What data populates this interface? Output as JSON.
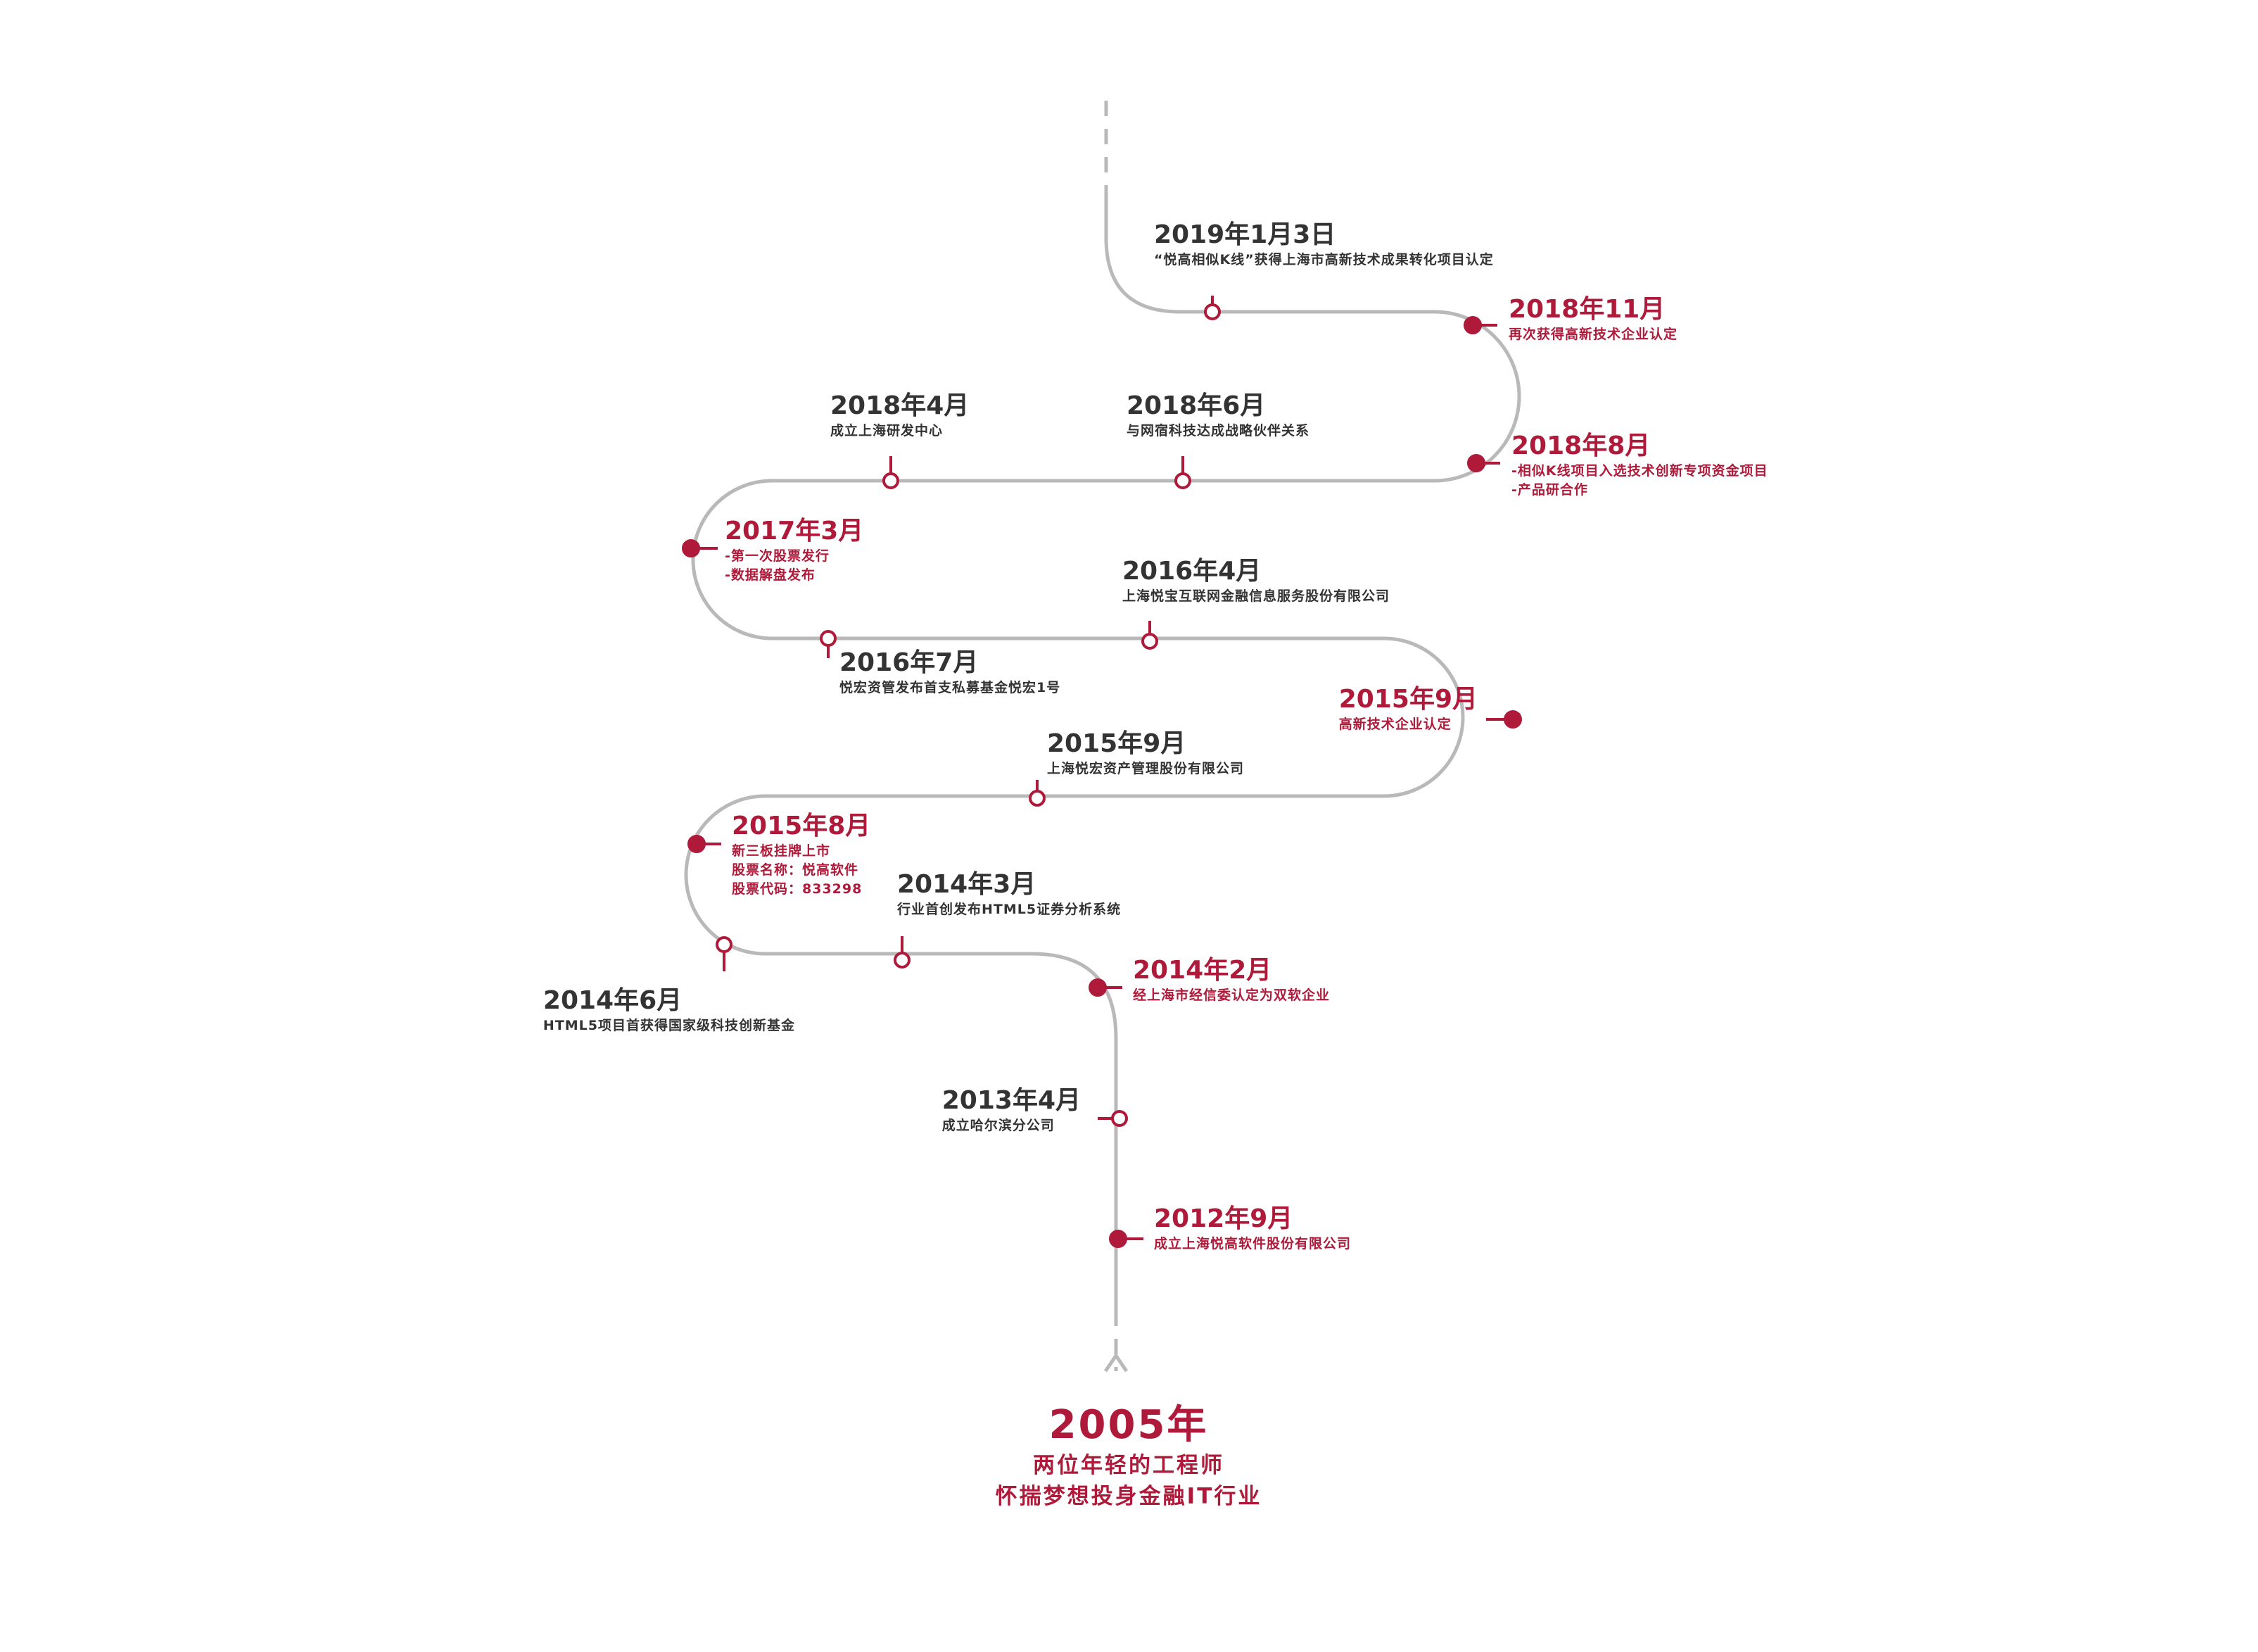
{
  "colors": {
    "accent": "#b01a3a",
    "text": "#333333",
    "path": "#b9b9b9"
  },
  "origin": {
    "year": "2005年",
    "line1": "两位年轻的工程师",
    "line2": "怀揣梦想投身金融IT行业"
  },
  "events": [
    {
      "date": "2019年1月3日",
      "lines": [
        "“悦高相似K线”获得上海市高新技术成果转化项目认定"
      ],
      "style": "hollow"
    },
    {
      "date": "2018年11月",
      "lines": [
        "再次获得高新技术企业认定"
      ],
      "style": "filled"
    },
    {
      "date": "2018年8月",
      "lines": [
        "-相似K线项目入选技术创新专项资金项目",
        "-产品研合作"
      ],
      "style": "filled"
    },
    {
      "date": "2018年6月",
      "lines": [
        "与网宿科技达成战略伙伴关系"
      ],
      "style": "hollow"
    },
    {
      "date": "2018年4月",
      "lines": [
        "成立上海研发中心"
      ],
      "style": "hollow"
    },
    {
      "date": "2017年3月",
      "lines": [
        "-第一次股票发行",
        "-数据解盘发布"
      ],
      "style": "filled"
    },
    {
      "date": "2016年7月",
      "lines": [
        "悦宏资管发布首支私募基金悦宏1号"
      ],
      "style": "hollow"
    },
    {
      "date": "2016年4月",
      "lines": [
        "上海悦宝互联网金融信息服务股份有限公司"
      ],
      "style": "hollow"
    },
    {
      "date": "2015年9月",
      "lines": [
        "高新技术企业认定"
      ],
      "style": "filled"
    },
    {
      "date": "2015年9月",
      "lines": [
        "上海悦宏资产管理股份有限公司"
      ],
      "style": "hollow"
    },
    {
      "date": "2015年8月",
      "lines": [
        "新三板挂牌上市",
        "股票名称：悦高软件",
        "股票代码：833298"
      ],
      "style": "filled"
    },
    {
      "date": "2014年6月",
      "lines": [
        "HTML5项目首获得国家级科技创新基金"
      ],
      "style": "hollow"
    },
    {
      "date": "2014年3月",
      "lines": [
        "行业首创发布HTML5证券分析系统"
      ],
      "style": "hollow"
    },
    {
      "date": "2014年2月",
      "lines": [
        "经上海市经信委认定为双软企业"
      ],
      "style": "filled"
    },
    {
      "date": "2013年4月",
      "lines": [
        "成立哈尔滨分公司"
      ],
      "style": "hollow"
    },
    {
      "date": "2012年9月",
      "lines": [
        "成立上海悦高软件股份有限公司"
      ],
      "style": "filled"
    }
  ]
}
